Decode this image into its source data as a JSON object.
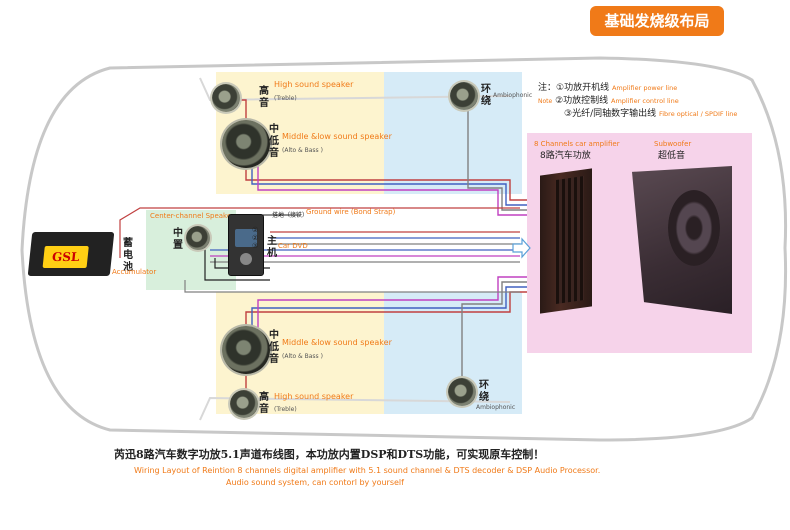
{
  "badge": "基础发烧级布局",
  "notes": {
    "prefix_cn": "注：",
    "prefix_en": "Note",
    "lines": [
      {
        "cn": "①功放开机线",
        "en": "Amplifier power line"
      },
      {
        "cn": "②功放控制线",
        "en": "Amplifier control line"
      },
      {
        "cn": "③光纤/同轴数字输出线",
        "en": "Fibre optical / SPDIF line"
      }
    ]
  },
  "speakers": {
    "top_high": {
      "cn": "高音",
      "en": "High sound speaker",
      "en_sub": "(Treble)"
    },
    "top_mid": {
      "cn": "中低音",
      "en": "Middle &low sound speaker",
      "en_sub": "(Alto & Bass )"
    },
    "bottom_mid": {
      "cn": "中低音",
      "en": "Middle &low sound speaker",
      "en_sub": "(Alto & Bass )"
    },
    "bottom_high": {
      "cn": "高音",
      "en": "High sound speaker",
      "en_sub": "(Treble)"
    },
    "top_ambio": {
      "cn": "环绕",
      "en": "Ambiophonic"
    },
    "bottom_ambio": {
      "cn": "环绕",
      "en": "Ambiophonic"
    },
    "center": {
      "cn": "中置",
      "en": "Center-channel Speaker"
    }
  },
  "battery": {
    "cn": "蓄电池",
    "en": "Accumulator",
    "brand": "GSL"
  },
  "head_unit": {
    "cn": "主机",
    "en": "Car DVD"
  },
  "ground": {
    "cn": "搭地（接铁）",
    "en": "Ground wire (Bond Strap)"
  },
  "amplifier": {
    "cn": "8路汽车功放",
    "en": "8 Channels car amplifier"
  },
  "subwoofer": {
    "cn": "超低音",
    "en": "Subwoofer"
  },
  "caption": {
    "cn": "芮迅8路汽车数字功放5.1声道布线图，本功放内置DSP和DTS功能，可实现原车控制！",
    "en1": "Wiring Layout of Reintion 8 channels digital amplifier with 5.1 sound channel  & DTS decoder & DSP Audio Processor.",
    "en2": "Audio sound system, can contorl by yourself"
  },
  "circled": [
    "①",
    "②",
    "③"
  ]
}
